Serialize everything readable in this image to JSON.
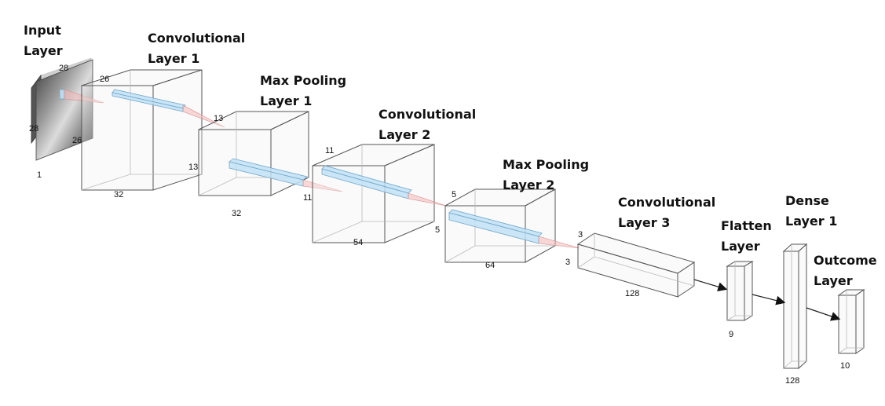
{
  "layers": {
    "input": {
      "title_line1": "Input",
      "title_line2": "Layer",
      "dim_top": "28",
      "dim_left": "28",
      "dim_bottom": "1"
    },
    "conv1": {
      "title_line1": "Convolutional",
      "title_line2": "Layer 1",
      "dim_top": "26",
      "dim_left": "26",
      "dim_bottom": "32"
    },
    "pool1": {
      "title_line1": "Max Pooling",
      "title_line2": "Layer 1",
      "dim_top": "13",
      "dim_left": "13",
      "dim_bottom": "32"
    },
    "conv2": {
      "title_line1": "Convolutional",
      "title_line2": "Layer 2",
      "dim_top": "11",
      "dim_left": "11",
      "dim_bottom": "54"
    },
    "pool2": {
      "title_line1": "Max Pooling",
      "title_line2": "Layer 2",
      "dim_top": "5",
      "dim_left": "5",
      "dim_bottom": "64"
    },
    "conv3": {
      "title_line1": "Convolutional",
      "title_line2": "Layer 3",
      "dim_top": "3",
      "dim_left": "3",
      "dim_bottom": "128"
    },
    "flatten": {
      "title_line1": "Flatten",
      "title_line2": "Layer",
      "dim_bottom": "9"
    },
    "dense1": {
      "title_line1": "Dense",
      "title_line2": "Layer 1",
      "dim_bottom": "128"
    },
    "outcome": {
      "title_line1": "Outcome",
      "title_line2": "Layer",
      "dim_bottom": "10"
    }
  },
  "colors": {
    "box_stroke": "#555555",
    "kernel_fill": "#bfe0f5",
    "kernel_stroke": "#6fa7cc",
    "cone_fill": "#f3b8b8",
    "text": "#111111"
  },
  "icons": {
    "input_image": "grayscale-image-thumbnail",
    "connector": "arrow-right-icon"
  }
}
